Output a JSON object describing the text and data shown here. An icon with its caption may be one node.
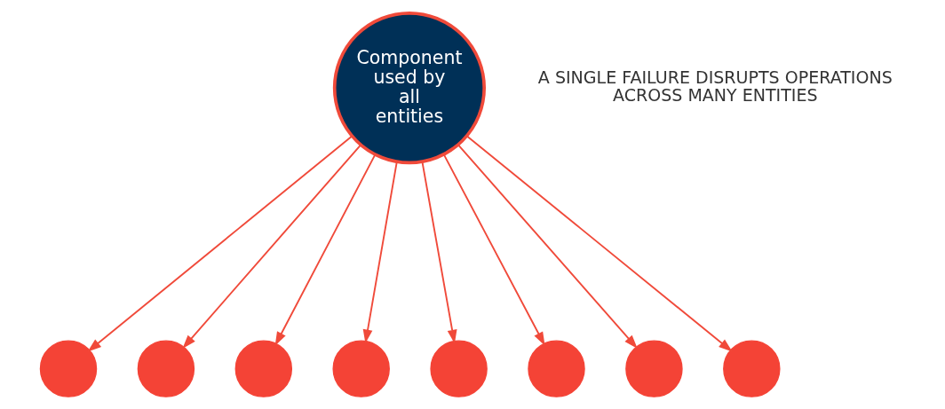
{
  "diagram": {
    "nodes": [
      {
        "text": [
          "Component used by all entities"
        ]
      },
      {
        "text": [],
        "shape": "circle"
      },
      {
        "text": [],
        "shape": "circle"
      },
      {
        "text": [],
        "shape": "circle"
      },
      {
        "text": [],
        "shape": "circle"
      },
      {
        "text": [],
        "shape": "circle"
      },
      {
        "text": [],
        "shape": "circle"
      },
      {
        "text": [],
        "shape": "circle"
      },
      {
        "text": [],
        "shape": "circle"
      }
    ],
    "edges": [
      {
        "from": 0,
        "to": 1,
        "arrow": "to"
      },
      {
        "from": 0,
        "to": 2,
        "arrow": "to"
      },
      {
        "from": 0,
        "to": 3,
        "arrow": "to"
      },
      {
        "from": 0,
        "to": 4,
        "arrow": "to"
      },
      {
        "from": 0,
        "to": 5,
        "arrow": "to"
      },
      {
        "from": 0,
        "to": 6,
        "arrow": "to"
      },
      {
        "from": 0,
        "to": 7,
        "arrow": "to"
      },
      {
        "from": 0,
        "to": 8,
        "arrow": "to"
      }
    ],
    "labels": [
      "A SINGLE FAILURE DISRUPTS OPERATIONS ACROSS MANY ENTITIES"
    ]
  }
}
